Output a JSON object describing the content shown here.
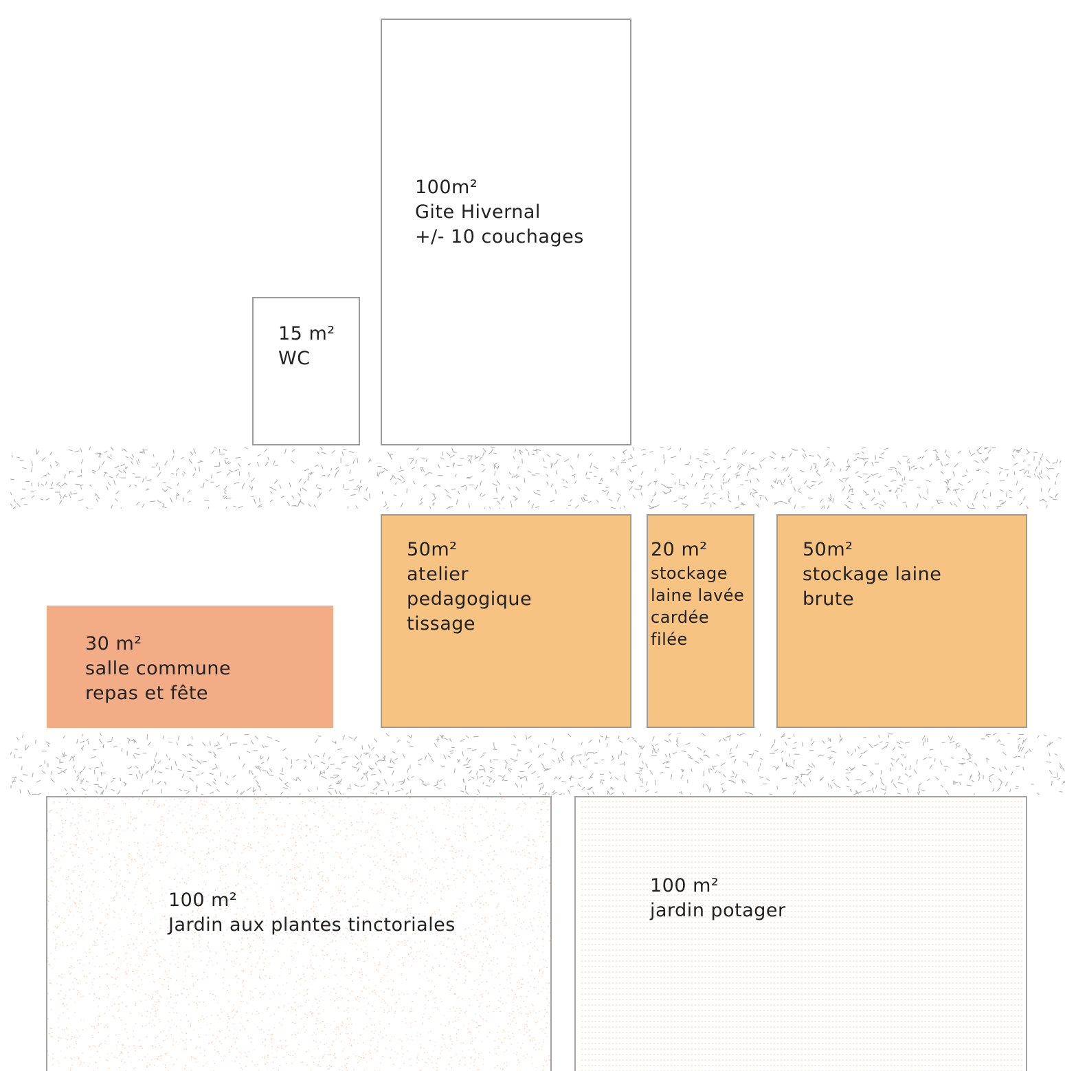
{
  "colors": {
    "outline": "#9a9a9a",
    "workshop_fill": "#f6c382",
    "common_room_fill": "#f2ad86",
    "garden_texture": "#f5b88c",
    "path_texture": "#aaaaaa"
  },
  "rooms": {
    "gite": {
      "area": "100m²",
      "lines": [
        "Gite Hivernal",
        "+/- 10 couchages"
      ]
    },
    "wc": {
      "area": "15 m²",
      "lines": [
        "WC"
      ]
    },
    "atelier": {
      "area": "50m²",
      "lines": [
        "atelier",
        "pedagogique",
        "tissage"
      ]
    },
    "stockage_lavee": {
      "area": "20 m²",
      "lines": [
        "stockage",
        "laine lavée",
        "cardée",
        "filée"
      ]
    },
    "stockage_brute": {
      "area": "50m²",
      "lines": [
        "stockage laine",
        "brute"
      ]
    },
    "salle_commune": {
      "area": "30 m²",
      "lines": [
        "salle commune",
        "repas et fête"
      ]
    },
    "jardin_tinctoriales": {
      "area": "100 m²",
      "lines": [
        "Jardin aux plantes tinctoriales"
      ]
    },
    "jardin_potager": {
      "area": "100 m²",
      "lines": [
        "jardin potager"
      ]
    }
  }
}
